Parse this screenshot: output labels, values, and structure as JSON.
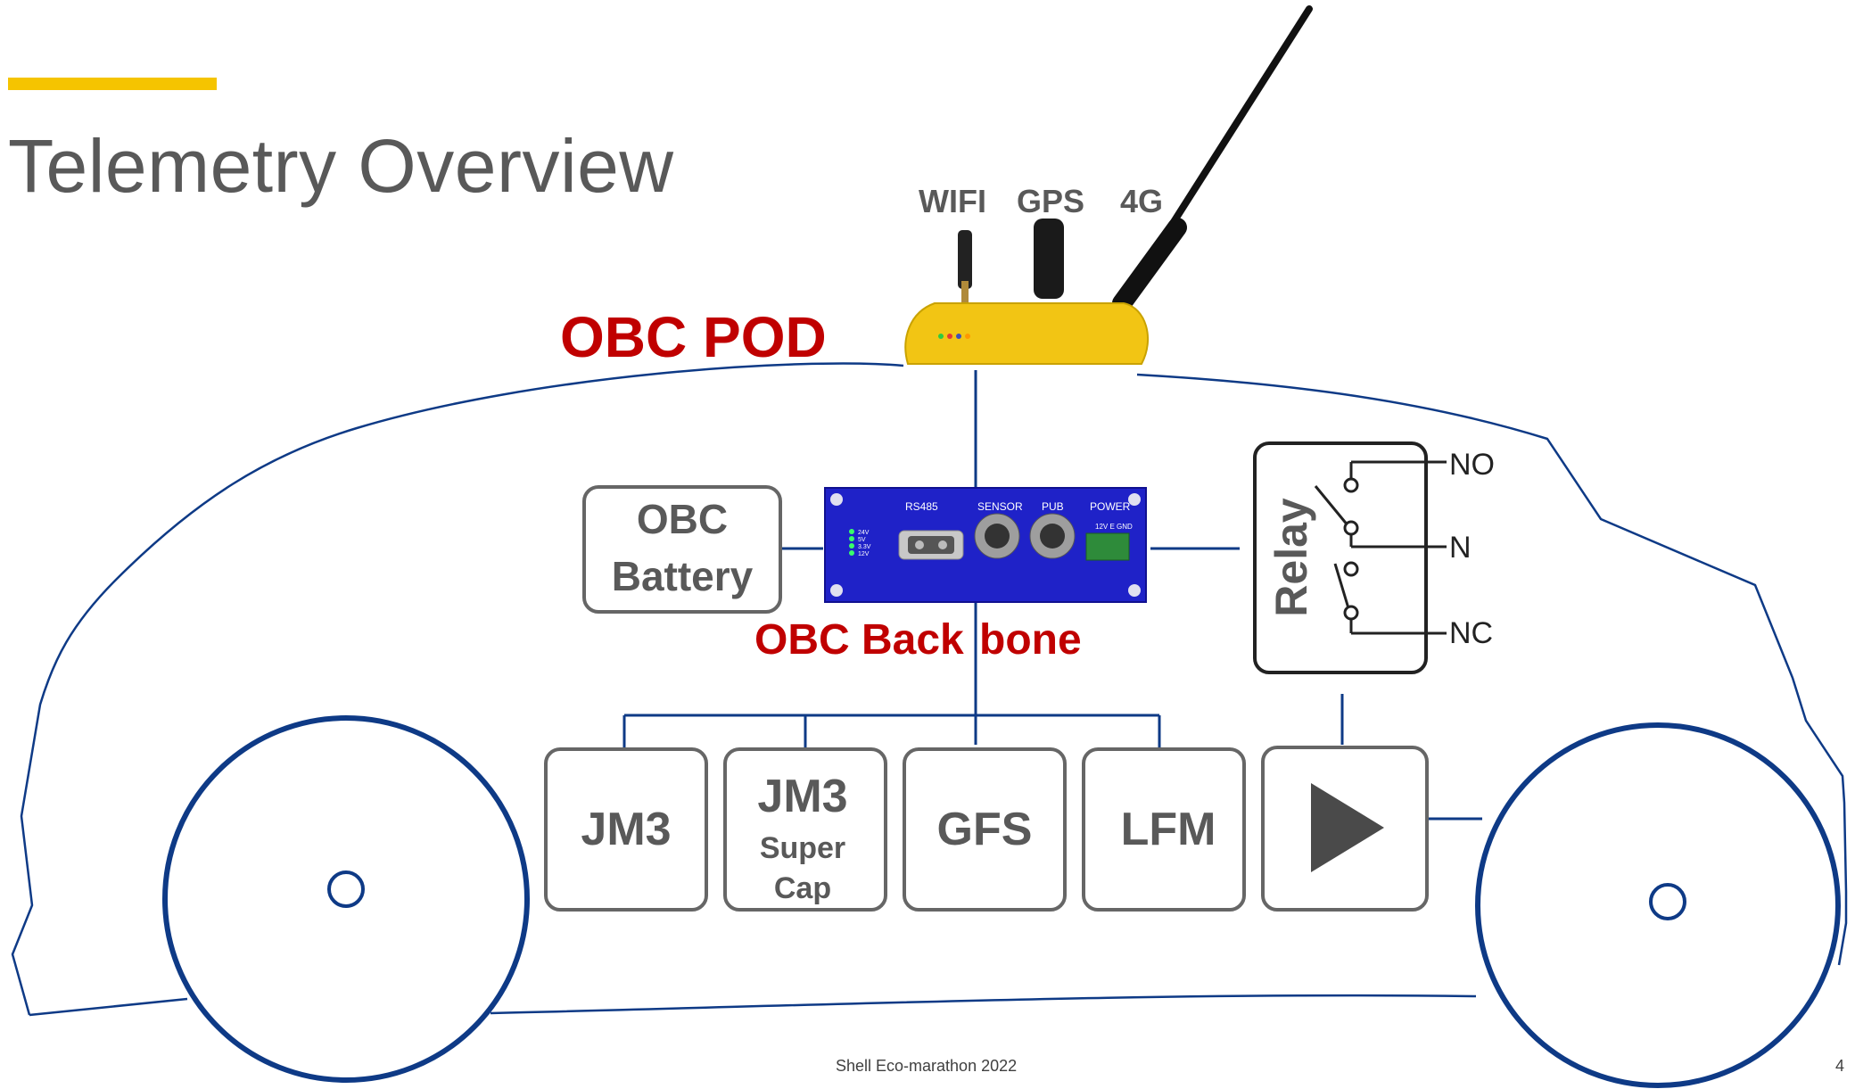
{
  "slide": {
    "title": "Telemetry Overview",
    "footer": "Shell Eco-marathon 2022",
    "page_number": "4",
    "accent_color": "#F5C400",
    "line_color": "#0E3A86",
    "label_color": "#C00000",
    "box_text_color": "#595959"
  },
  "pod": {
    "label": "OBC POD",
    "antennas": [
      "WIFI",
      "GPS",
      "4G"
    ]
  },
  "backbone": {
    "label_part1": "OBC Back",
    "label_part2": "bone",
    "ports": [
      "RS485",
      "SENSOR",
      "PUB",
      "POWER"
    ],
    "led_labels": [
      "24V",
      "5V",
      "3.3V",
      "12V"
    ],
    "power_pins": "12V  E  GND"
  },
  "battery": {
    "line1": "OBC",
    "line2": "Battery"
  },
  "relay": {
    "label": "Relay",
    "contacts": [
      "NO",
      "N",
      "NC"
    ]
  },
  "modules": [
    {
      "line1": "JM3",
      "line2": "",
      "line3": ""
    },
    {
      "line1": "JM3",
      "line2": "Super",
      "line3": "Cap"
    },
    {
      "line1": "GFS",
      "line2": "",
      "line3": ""
    },
    {
      "line1": "LFM",
      "line2": "",
      "line3": ""
    },
    {
      "icon": "play-icon"
    }
  ]
}
